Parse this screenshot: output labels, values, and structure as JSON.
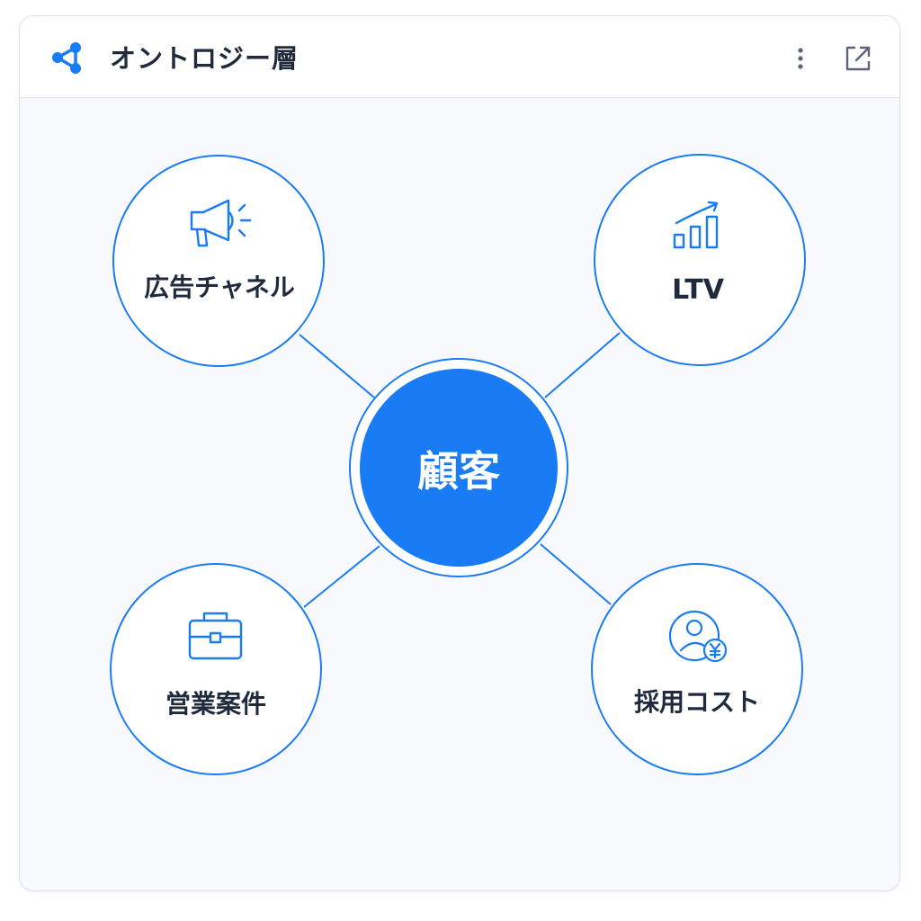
{
  "header": {
    "title": "オントロジー層",
    "icon": "share-nodes-icon",
    "more_icon": "kebab-icon",
    "open_icon": "external-link-icon"
  },
  "diagram": {
    "center": {
      "label": "顧客"
    },
    "nodes": [
      {
        "id": "ad-channel",
        "label": "広告チャネル",
        "icon": "megaphone-icon"
      },
      {
        "id": "ltv",
        "label": "LTV",
        "icon": "bar-chart-trend-icon"
      },
      {
        "id": "sales-deals",
        "label": "営業案件",
        "icon": "briefcase-icon"
      },
      {
        "id": "hiring-cost",
        "label": "採用コスト",
        "icon": "user-yen-icon"
      }
    ]
  },
  "colors": {
    "accent": "#1a7cf5",
    "text": "#1f2a3d",
    "background": "#f8f9fc",
    "border": "#dde1ea"
  }
}
